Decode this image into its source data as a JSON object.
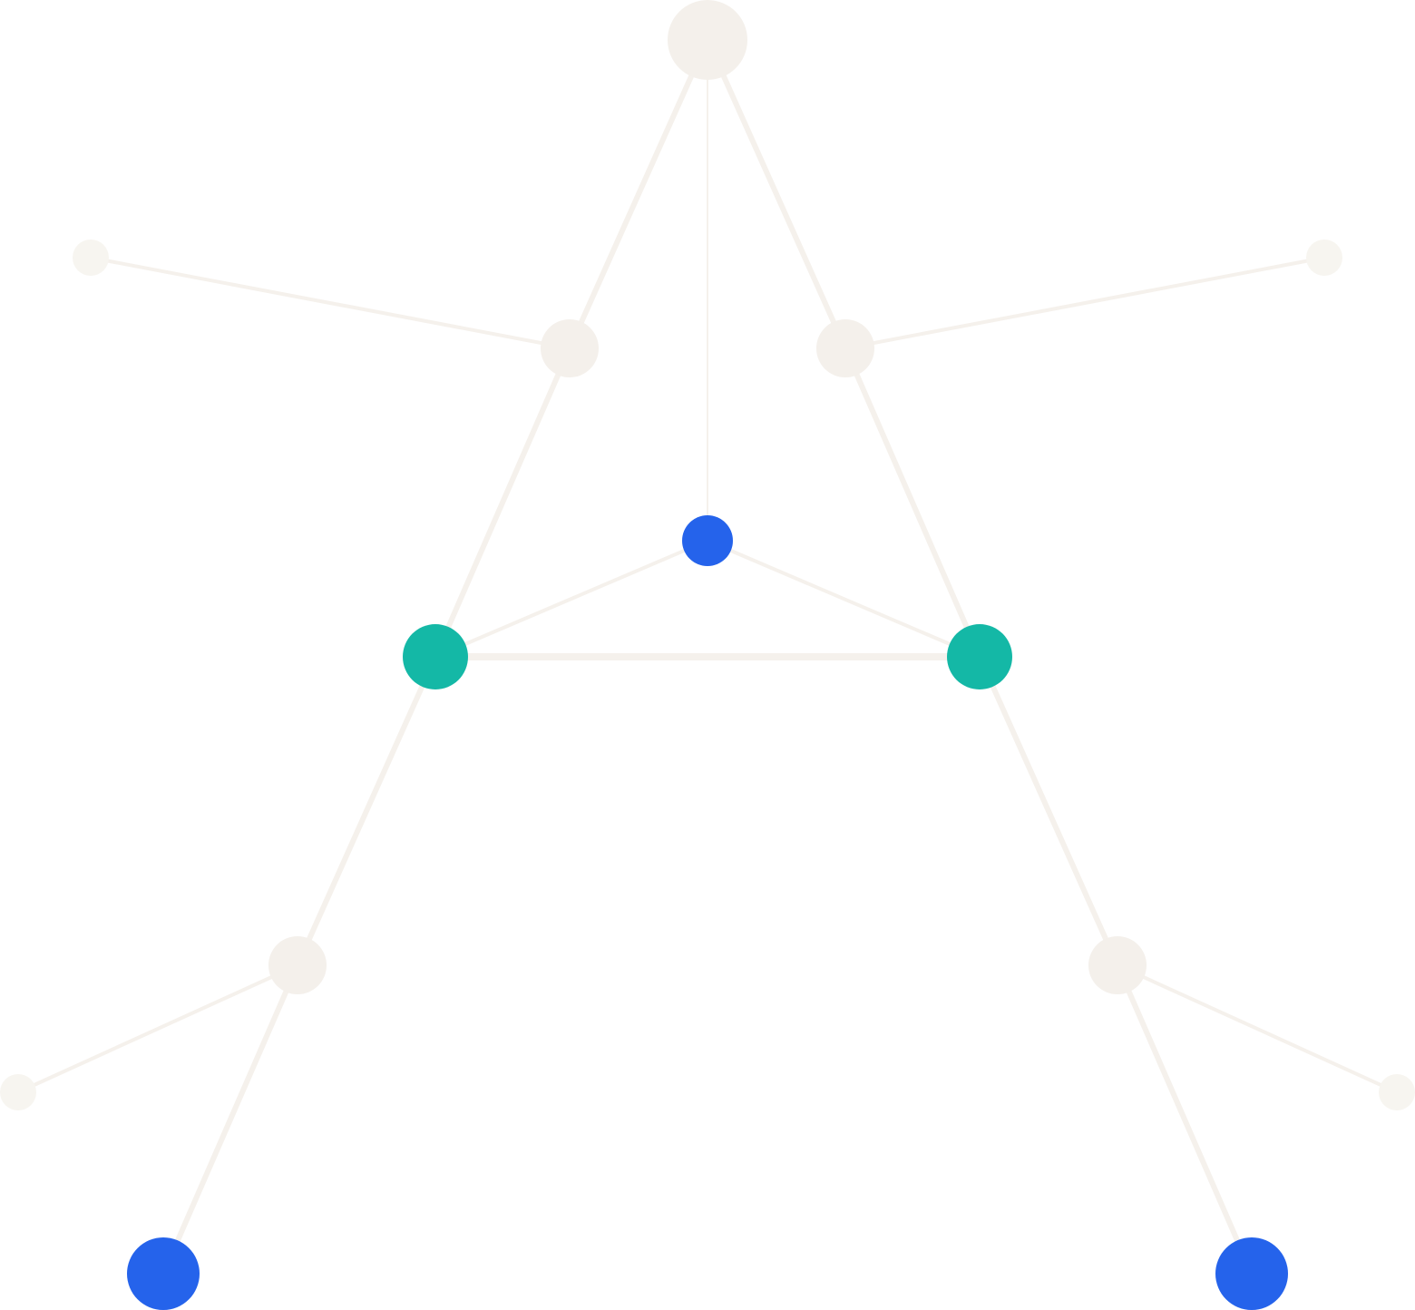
{
  "colors": {
    "background": "#ffffff",
    "node_neutral": "#f4f0eb",
    "node_neutral_light": "#f7f5f0",
    "node_blue": "#2563eb",
    "node_teal": "#14b8a6",
    "edge": "#f5f1ec"
  },
  "graph": {
    "nodes": [
      {
        "id": "apex",
        "kind": "neutral"
      },
      {
        "id": "upper-left",
        "kind": "neutral"
      },
      {
        "id": "upper-right",
        "kind": "neutral"
      },
      {
        "id": "far-left",
        "kind": "neutral_light"
      },
      {
        "id": "far-right",
        "kind": "neutral_light"
      },
      {
        "id": "center",
        "kind": "blue"
      },
      {
        "id": "mid-left",
        "kind": "teal"
      },
      {
        "id": "mid-right",
        "kind": "teal"
      },
      {
        "id": "lower-left",
        "kind": "neutral"
      },
      {
        "id": "lower-right",
        "kind": "neutral"
      },
      {
        "id": "bottom-far-left",
        "kind": "neutral_light"
      },
      {
        "id": "bottom-far-right",
        "kind": "neutral_light"
      },
      {
        "id": "bottom-left",
        "kind": "blue"
      },
      {
        "id": "bottom-right",
        "kind": "blue"
      }
    ],
    "edges": [
      {
        "from": "apex",
        "to": "upper-left"
      },
      {
        "from": "apex",
        "to": "upper-right"
      },
      {
        "from": "apex",
        "to": "center"
      },
      {
        "from": "upper-left",
        "to": "far-left"
      },
      {
        "from": "upper-right",
        "to": "far-right"
      },
      {
        "from": "upper-left",
        "to": "mid-left"
      },
      {
        "from": "upper-right",
        "to": "mid-right"
      },
      {
        "from": "center",
        "to": "mid-left"
      },
      {
        "from": "center",
        "to": "mid-right"
      },
      {
        "from": "mid-left",
        "to": "mid-right"
      },
      {
        "from": "mid-left",
        "to": "lower-left"
      },
      {
        "from": "mid-right",
        "to": "lower-right"
      },
      {
        "from": "lower-left",
        "to": "bottom-far-left"
      },
      {
        "from": "lower-left",
        "to": "bottom-left"
      },
      {
        "from": "lower-right",
        "to": "bottom-far-right"
      },
      {
        "from": "lower-right",
        "to": "bottom-right"
      }
    ]
  }
}
